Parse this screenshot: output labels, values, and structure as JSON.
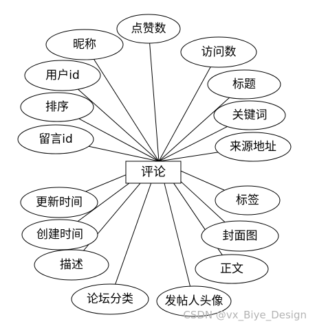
{
  "entity": {
    "label": "评论"
  },
  "attributes": [
    {
      "id": "nickname",
      "label": "昵称"
    },
    {
      "id": "likes",
      "label": "点赞数"
    },
    {
      "id": "visits",
      "label": "访问数"
    },
    {
      "id": "user-id",
      "label": "用户id"
    },
    {
      "id": "title",
      "label": "标题"
    },
    {
      "id": "sort",
      "label": "排序"
    },
    {
      "id": "keywords",
      "label": "关键词"
    },
    {
      "id": "message-id",
      "label": "留言id"
    },
    {
      "id": "source-url",
      "label": "来源地址"
    },
    {
      "id": "update-time",
      "label": "更新时间"
    },
    {
      "id": "tags",
      "label": "标签"
    },
    {
      "id": "create-time",
      "label": "创建时间"
    },
    {
      "id": "cover",
      "label": "封面图"
    },
    {
      "id": "description",
      "label": "描述"
    },
    {
      "id": "body",
      "label": "正文"
    },
    {
      "id": "category",
      "label": "论坛分类"
    },
    {
      "id": "avatar",
      "label": "发帖人头像"
    }
  ],
  "watermark": "CSDN @vx_Biye_Design"
}
